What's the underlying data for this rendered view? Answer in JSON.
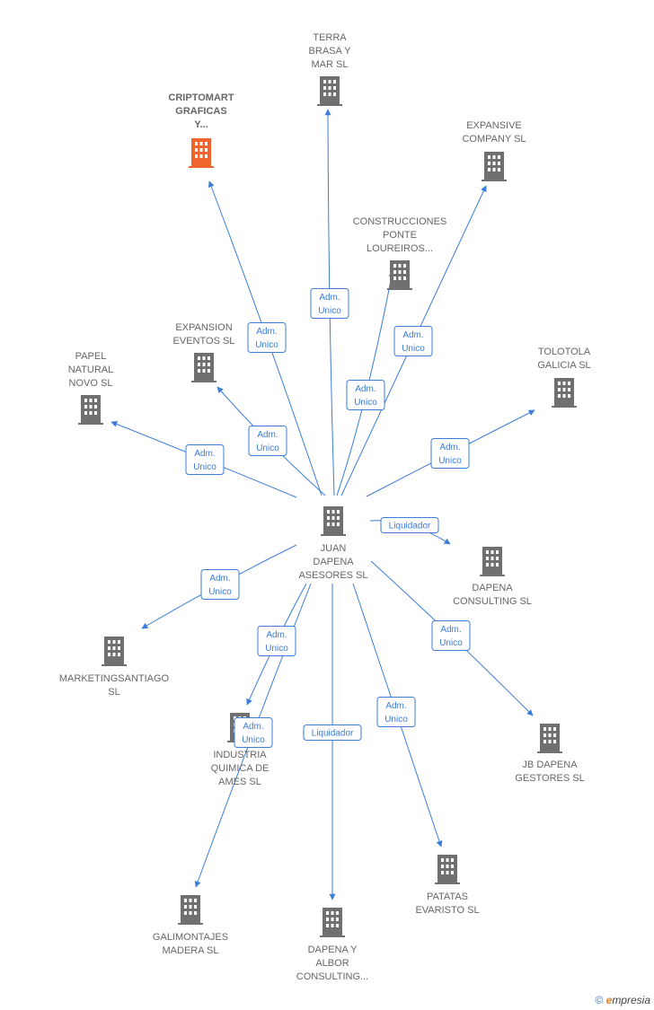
{
  "diagram": {
    "center": {
      "id": "juan",
      "lines": [
        "JUAN",
        "DAPENA",
        "ASESORES  SL"
      ]
    },
    "nodes": [
      {
        "id": "criptomart",
        "lines": [
          "CRIPTOMART",
          "GRAFICAS",
          "Y..."
        ],
        "highlight": true
      },
      {
        "id": "terra",
        "lines": [
          "TERRA",
          "BRASA Y",
          "MAR  SL"
        ]
      },
      {
        "id": "expansive",
        "lines": [
          "EXPANSIVE",
          "COMPANY  SL"
        ]
      },
      {
        "id": "construcciones",
        "lines": [
          "CONSTRUCCIONES",
          "PONTE",
          "LOUREIROS..."
        ]
      },
      {
        "id": "expansion",
        "lines": [
          "EXPANSION",
          "EVENTOS  SL"
        ]
      },
      {
        "id": "papel",
        "lines": [
          "PAPEL",
          "NATURAL",
          "NOVO  SL"
        ]
      },
      {
        "id": "tolotola",
        "lines": [
          "TOLOTOLA",
          "GALICIA  SL"
        ]
      },
      {
        "id": "dapena_consulting",
        "lines": [
          "DAPENA",
          "CONSULTING SL"
        ]
      },
      {
        "id": "marketing",
        "lines": [
          "MARKETINGSANTIAGO",
          "SL"
        ]
      },
      {
        "id": "industria",
        "lines": [
          "INDUSTRIA",
          "QUIMICA DE",
          "AMES  SL"
        ]
      },
      {
        "id": "jb",
        "lines": [
          "JB DAPENA",
          "GESTORES  SL"
        ]
      },
      {
        "id": "galimontajes",
        "lines": [
          "GALIMONTAJES",
          "MADERA  SL"
        ]
      },
      {
        "id": "dapena_albor",
        "lines": [
          "DAPENA Y",
          "ALBOR",
          "CONSULTING..."
        ]
      },
      {
        "id": "patatas",
        "lines": [
          "PATATAS",
          "EVARISTO  SL"
        ]
      }
    ],
    "edges": [
      {
        "to": "criptomart",
        "label": [
          "Adm.",
          "Unico"
        ]
      },
      {
        "to": "terra",
        "label": [
          "Adm.",
          "Unico"
        ]
      },
      {
        "to": "expansive",
        "label": [
          "Adm.",
          "Unico"
        ]
      },
      {
        "to": "construcciones",
        "label": [
          "Adm.",
          "Unico"
        ]
      },
      {
        "to": "expansion",
        "label": [
          "Adm.",
          "Unico"
        ]
      },
      {
        "to": "papel",
        "label": [
          "Adm.",
          "Unico"
        ]
      },
      {
        "to": "tolotola",
        "label": [
          "Adm.",
          "Unico"
        ]
      },
      {
        "to": "dapena_consulting",
        "label": [
          "Liquidador"
        ]
      },
      {
        "to": "marketing",
        "label": [
          "Adm.",
          "Unico"
        ]
      },
      {
        "to": "industria",
        "label": [
          "Adm.",
          "Unico"
        ]
      },
      {
        "to": "jb",
        "label": [
          "Adm.",
          "Unico"
        ]
      },
      {
        "to": "galimontajes",
        "label": [
          "Adm.",
          "Unico"
        ]
      },
      {
        "to": "dapena_albor",
        "label": [
          "Liquidador"
        ]
      },
      {
        "to": "patatas",
        "label": [
          "Adm.",
          "Unico"
        ]
      }
    ]
  },
  "colors": {
    "edge": "#3b7dd8",
    "node": "#707070",
    "highlight": "#f0642d"
  },
  "footer": {
    "copyright": "©",
    "brand_initial": "e",
    "brand_rest": "mpresia"
  }
}
